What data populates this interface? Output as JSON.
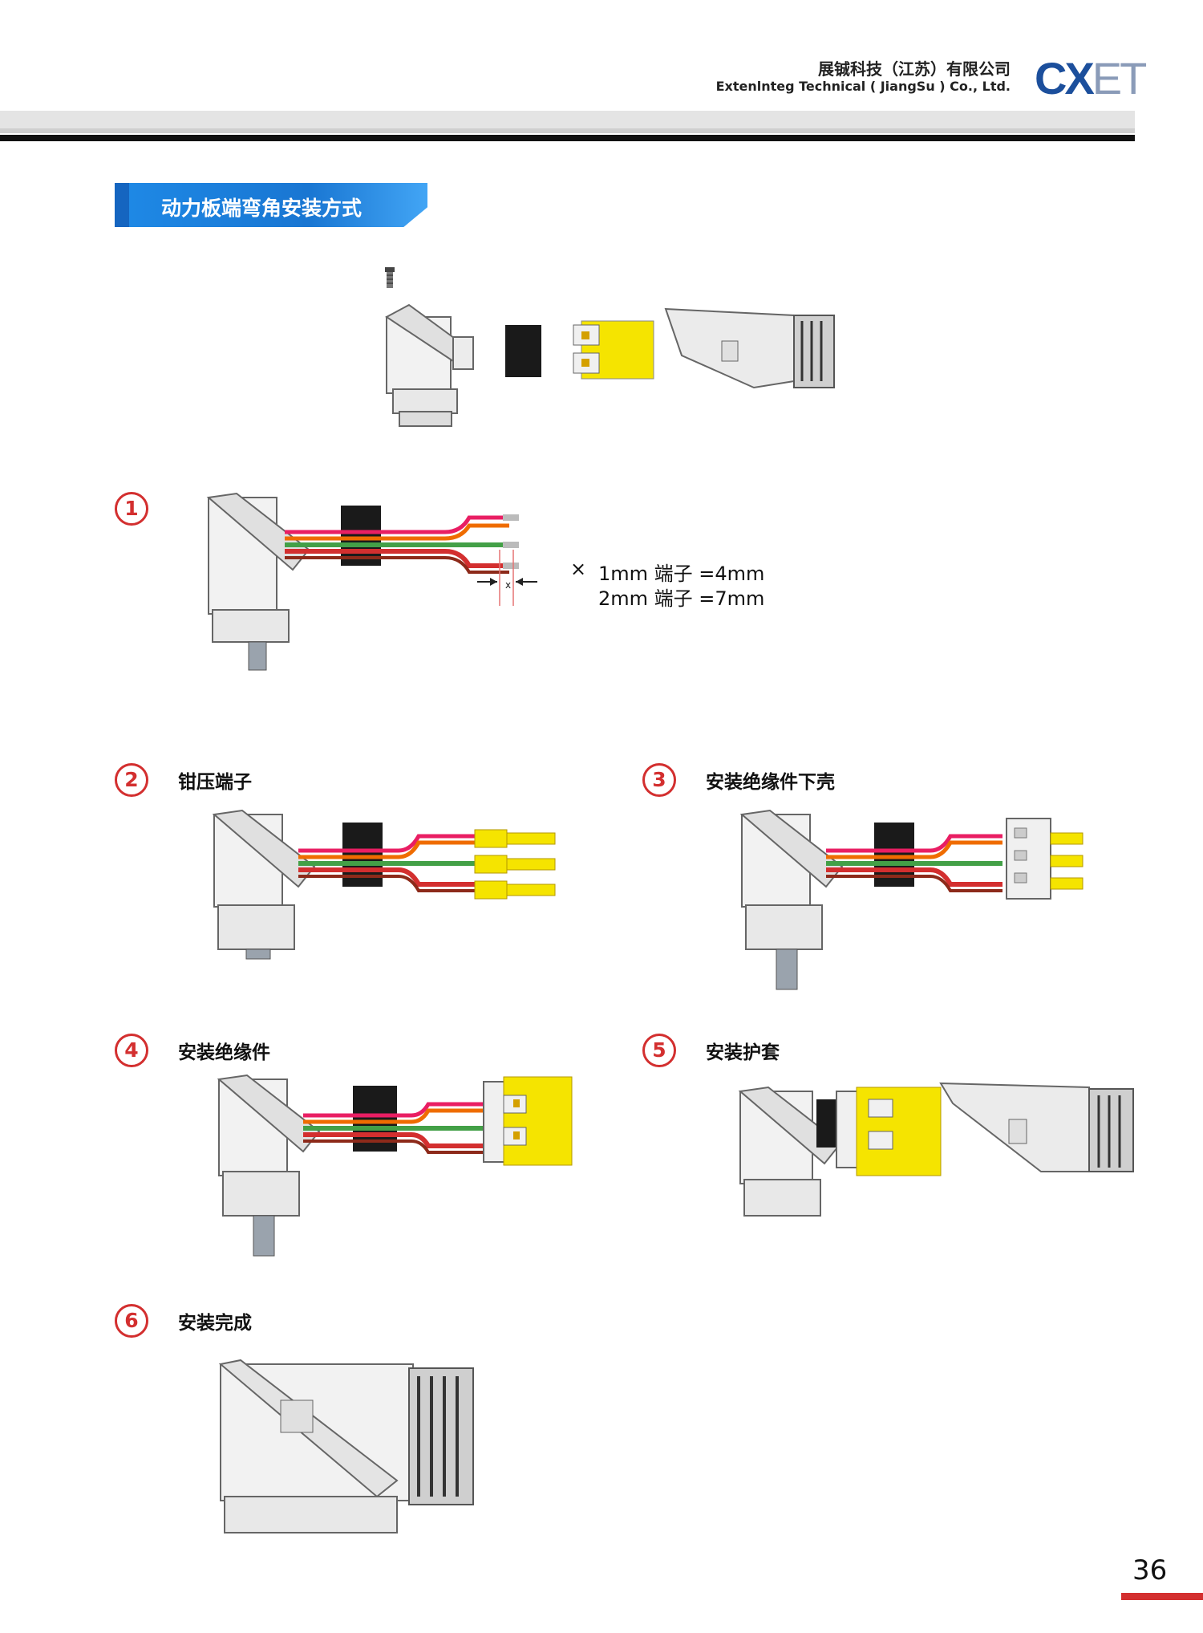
{
  "header": {
    "company_cn": "展铖科技（江苏）有限公司",
    "company_en": "Extenlnteg Technical ( JiangSu ) Co., Ltd.",
    "logo_text_main": "CX",
    "logo_text_thin": "ET"
  },
  "section": {
    "title": "动力板端弯角安装方式"
  },
  "strip_note": {
    "symbol": "×",
    "line1": "1mm 端子 =4mm",
    "line2": "2mm 端子 =7mm",
    "dimension_label": "x"
  },
  "steps": [
    {
      "number": "1",
      "label": ""
    },
    {
      "number": "2",
      "label": "钳压端子"
    },
    {
      "number": "3",
      "label": "安装绝缘件下壳"
    },
    {
      "number": "4",
      "label": "安装绝缘件"
    },
    {
      "number": "5",
      "label": "安装护套"
    },
    {
      "number": "6",
      "label": "安装完成"
    }
  ],
  "colors": {
    "accent_blue": "#1976d2",
    "step_red": "#d32f2f",
    "wire_red": "#d32f2f",
    "wire_green": "#43a047",
    "wire_orange": "#ef6c00",
    "wire_pink": "#e91e63",
    "terminal_yellow": "#f5e400",
    "seal_black": "#1a1a1a"
  },
  "page": {
    "number": "36"
  }
}
